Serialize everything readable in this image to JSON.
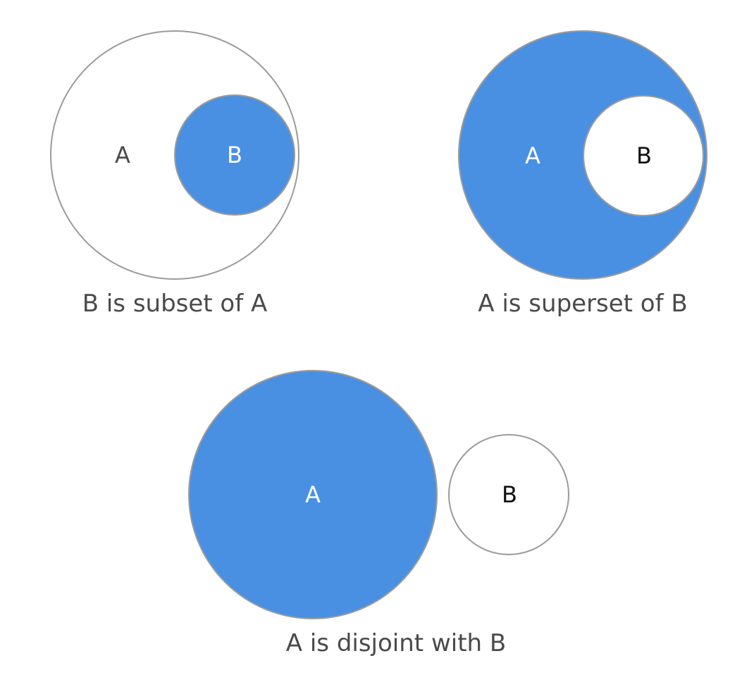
{
  "colors": {
    "fill": "#4a90e2",
    "stroke": "#9b9b9b",
    "background": "#ffffff",
    "label_dark": "#4a4a4a",
    "label_light": "#ffffff",
    "label_black": "#111111"
  },
  "panels": {
    "subset": {
      "label_a": "A",
      "label_b": "B",
      "caption": "B is subset of A"
    },
    "superset": {
      "label_a": "A",
      "label_b": "B",
      "caption": "A is superset of B"
    },
    "disjoint": {
      "label_a": "A",
      "label_b": "B",
      "caption": "A is disjoint with B"
    }
  }
}
